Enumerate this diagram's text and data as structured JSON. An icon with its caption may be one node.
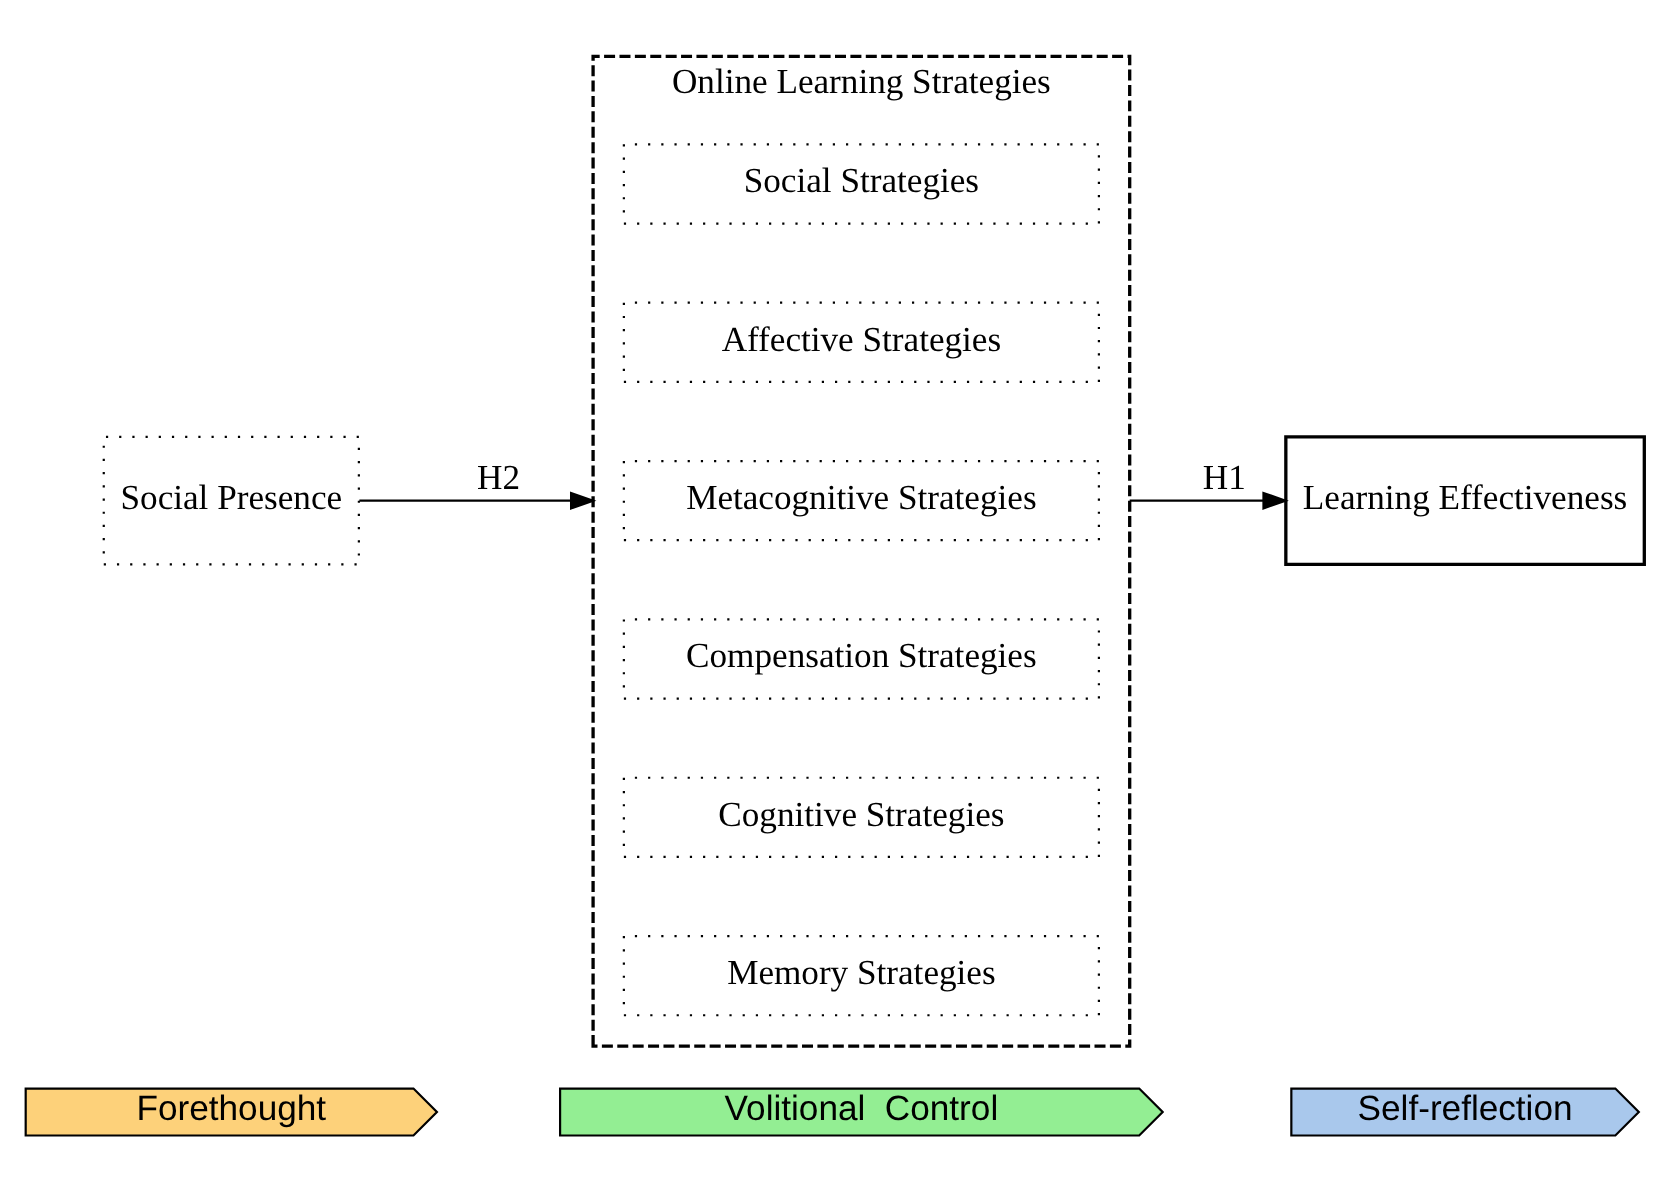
{
  "diagram": {
    "nodes": [
      {
        "text": [
          "Forethought"
        ]
      },
      {
        "text": [
          "Volitional  Control"
        ]
      },
      {
        "text": [
          "Self-reflection"
        ]
      },
      {
        "text": [
          "Social Presence"
        ]
      },
      {
        "text": [
          "Online Learning Strategies"
        ]
      },
      {
        "text": [
          "Memory Strategies"
        ],
        "in": 4
      },
      {
        "text": [
          "Cognitive Strategies"
        ],
        "in": 4
      },
      {
        "text": [
          "Compensation Strategies"
        ],
        "in": 4
      },
      {
        "text": [
          "Metacognitive Strategies"
        ],
        "in": 4
      },
      {
        "text": [
          "Affective Strategies"
        ],
        "in": 4
      },
      {
        "text": [
          "Social Strategies"
        ],
        "in": 4
      },
      {
        "text": [
          "Learning Effectiveness"
        ]
      }
    ],
    "edges": [
      {
        "from": 3,
        "to": 4,
        "arrow": "to",
        "label": "H2"
      },
      {
        "from": 4,
        "to": 11,
        "arrow": "to",
        "label": "H1"
      }
    ]
  }
}
